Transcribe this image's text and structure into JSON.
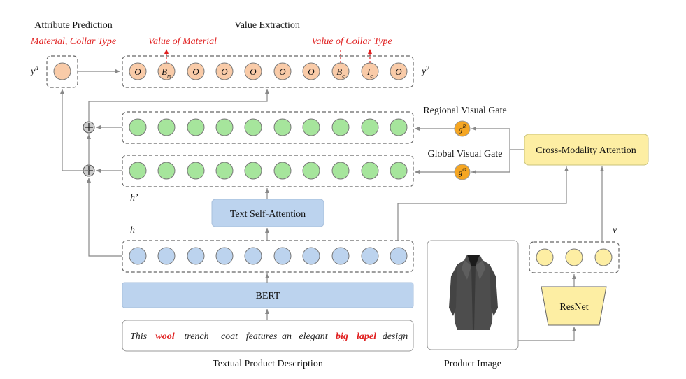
{
  "labels": {
    "attribute_prediction": "Attribute Prediction",
    "value_extraction": "Value Extraction",
    "attr_values": "Material, Collar Type",
    "value_of_material": "Value of Material",
    "value_of_collar": "Value of Collar Type",
    "y_a": "y",
    "y_a_sup": "a",
    "y_v": "y",
    "y_v_sup": "v",
    "regional_gate": "Regional Visual Gate",
    "global_gate": "Global Visual Gate",
    "g": "g",
    "g_r_sup": "R",
    "g_g_sup": "G",
    "cross_modality": "Cross-Modality Attention",
    "h_prime": "h’",
    "h": "h",
    "v": "v",
    "text_self_attention": "Text Self-Attention",
    "bert": "BERT",
    "resnet": "ResNet",
    "textual_desc_caption": "Textual Product Description",
    "product_image_caption": "Product Image"
  },
  "tags": [
    {
      "main": "O",
      "sub": ""
    },
    {
      "main": "B",
      "sub": "m"
    },
    {
      "main": "O",
      "sub": ""
    },
    {
      "main": "O",
      "sub": ""
    },
    {
      "main": "O",
      "sub": ""
    },
    {
      "main": "O",
      "sub": ""
    },
    {
      "main": "O",
      "sub": ""
    },
    {
      "main": "B",
      "sub": "c"
    },
    {
      "main": "I",
      "sub": "c"
    },
    {
      "main": "O",
      "sub": ""
    }
  ],
  "sentence": [
    {
      "word": "This",
      "highlight": false
    },
    {
      "word": "wool",
      "highlight": true
    },
    {
      "word": "trench",
      "highlight": false
    },
    {
      "word": "coat",
      "highlight": false
    },
    {
      "word": "features",
      "highlight": false
    },
    {
      "word": "an",
      "highlight": false
    },
    {
      "word": "elegant",
      "highlight": false
    },
    {
      "word": "big",
      "highlight": true
    },
    {
      "word": "lapel",
      "highlight": true
    },
    {
      "word": "design",
      "highlight": false
    }
  ],
  "colors": {
    "tag_node": "#f9cba8",
    "green_node": "#a6e59c",
    "blue_node": "#bcd3ee",
    "yellow_node": "#fdeea3",
    "gate_node": "#f5a623",
    "highlight": "#e02020"
  }
}
